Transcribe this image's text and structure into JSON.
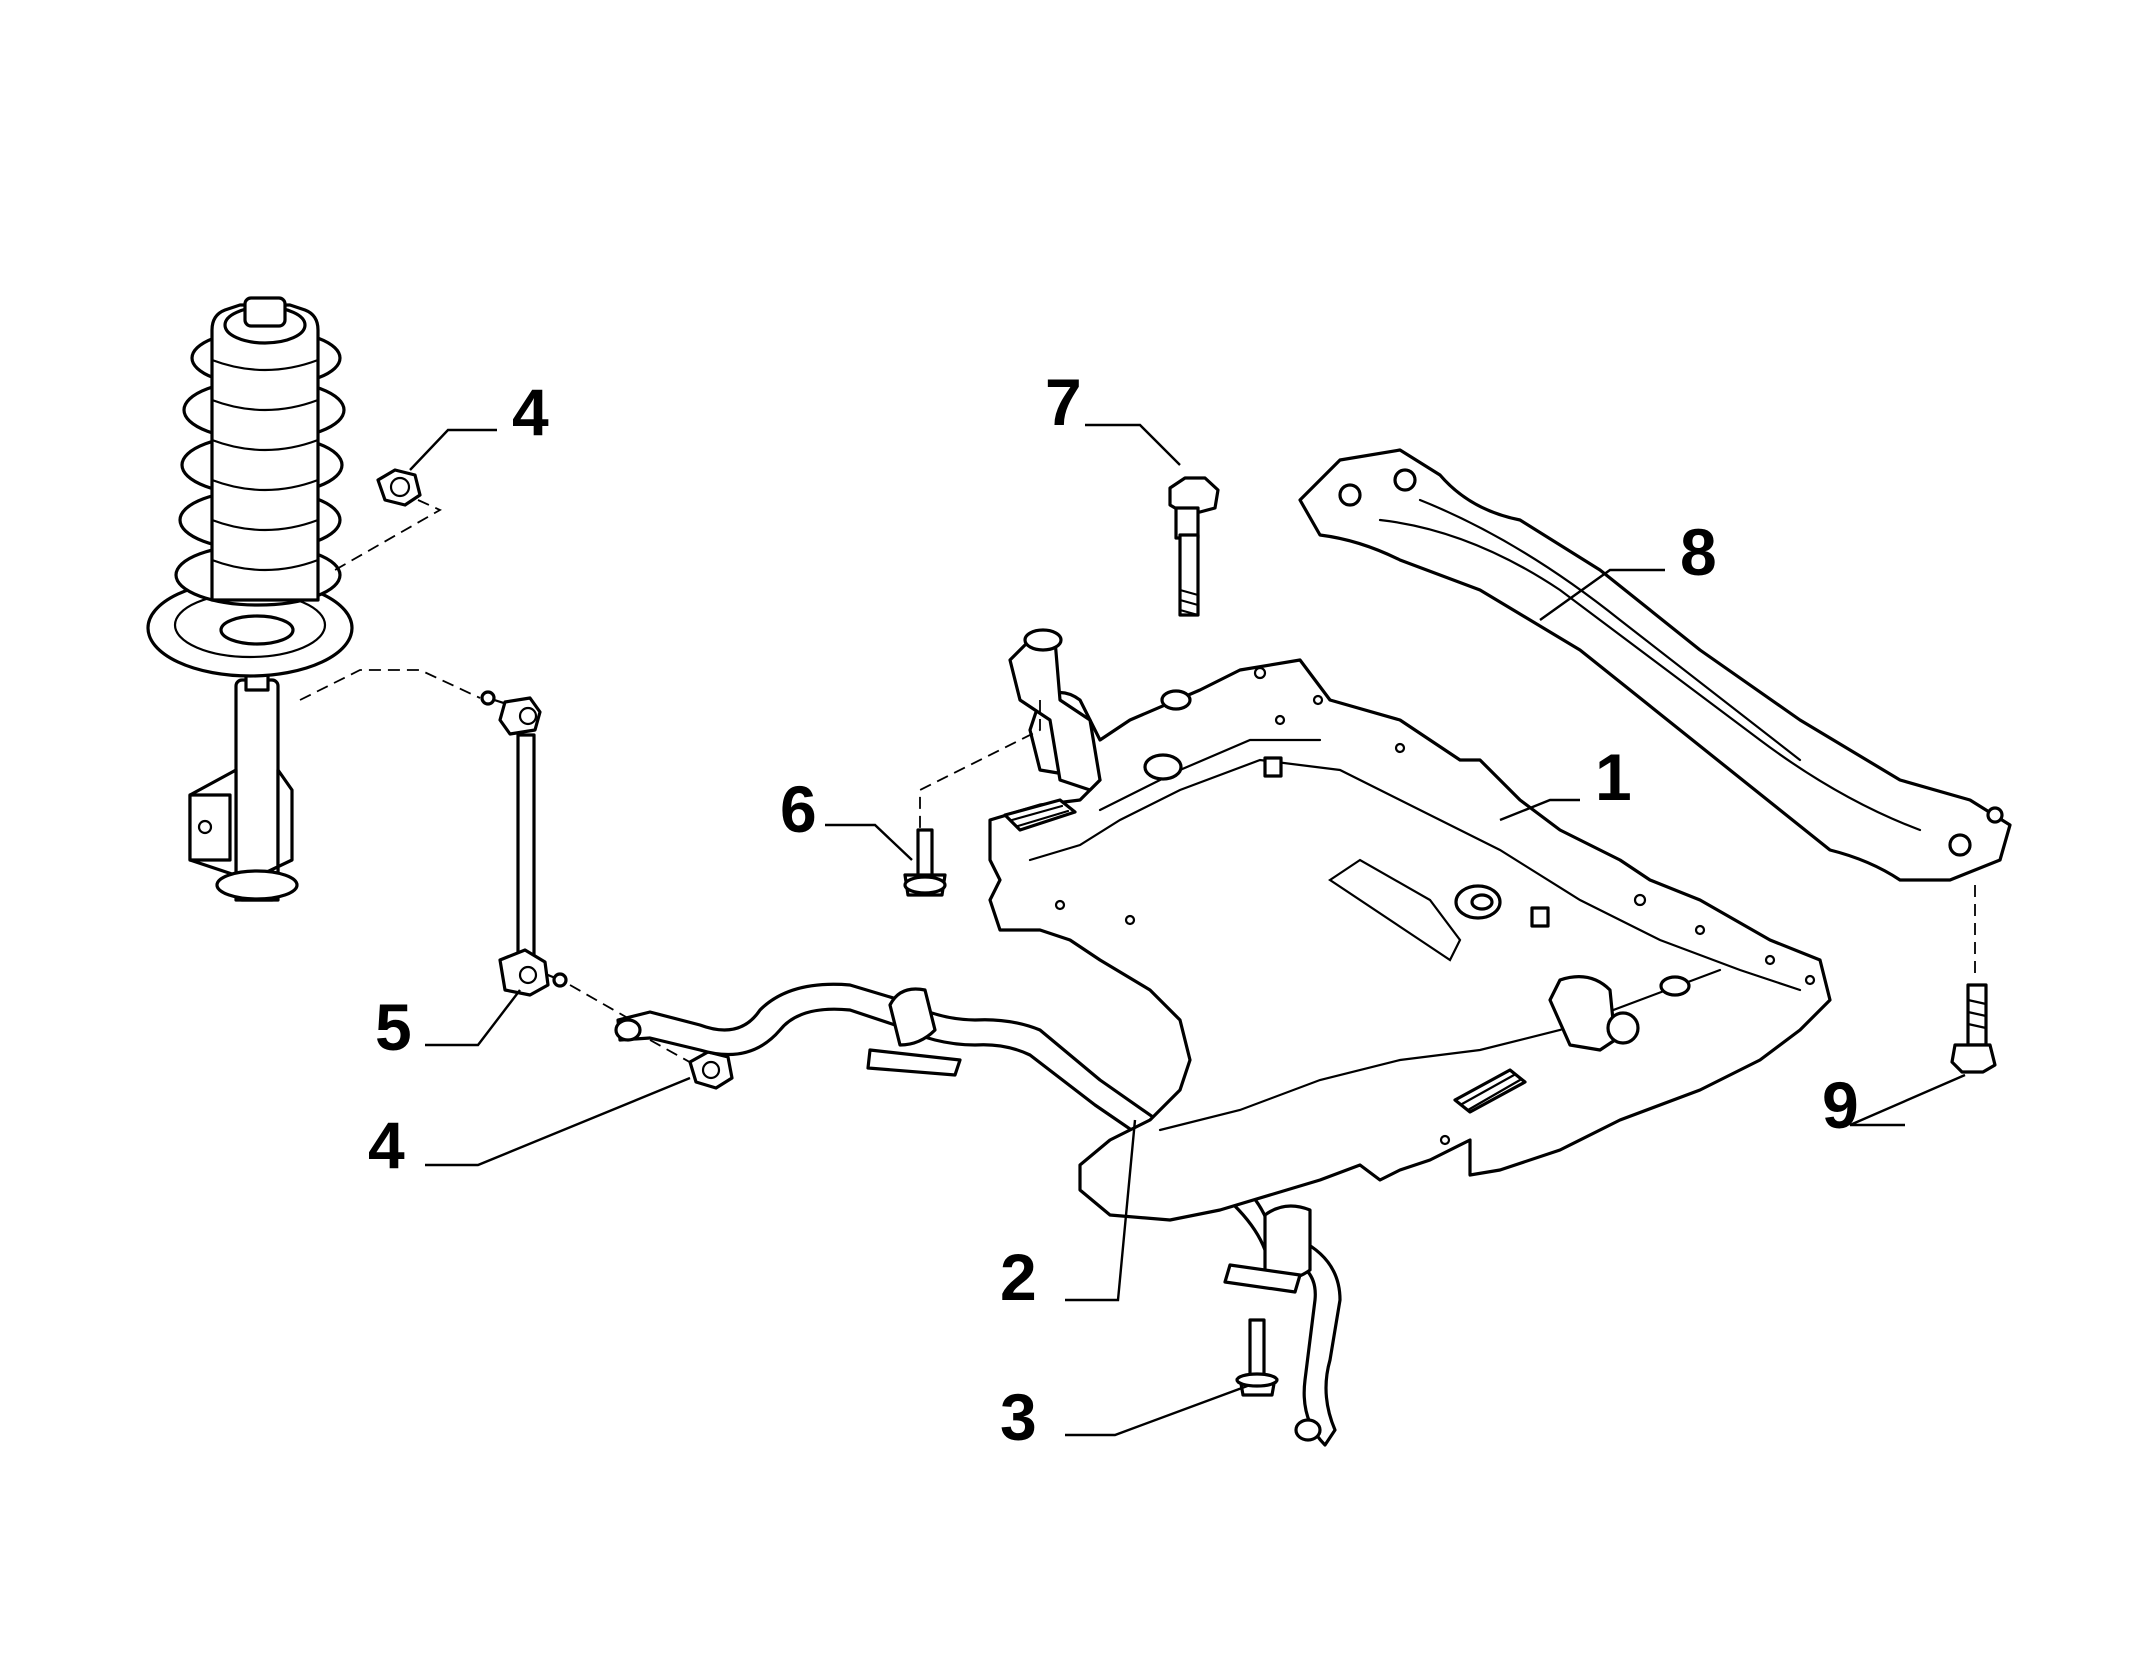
{
  "callouts": [
    {
      "id": "c1",
      "label": "1"
    },
    {
      "id": "c2",
      "label": "2"
    },
    {
      "id": "c3",
      "label": "3"
    },
    {
      "id": "c4a",
      "label": "4"
    },
    {
      "id": "c4b",
      "label": "4"
    },
    {
      "id": "c5",
      "label": "5"
    },
    {
      "id": "c6",
      "label": "6"
    },
    {
      "id": "c7",
      "label": "7"
    },
    {
      "id": "c8",
      "label": "8"
    },
    {
      "id": "c9",
      "label": "9"
    }
  ],
  "colors": {
    "line": "#000000",
    "background": "#ffffff"
  }
}
